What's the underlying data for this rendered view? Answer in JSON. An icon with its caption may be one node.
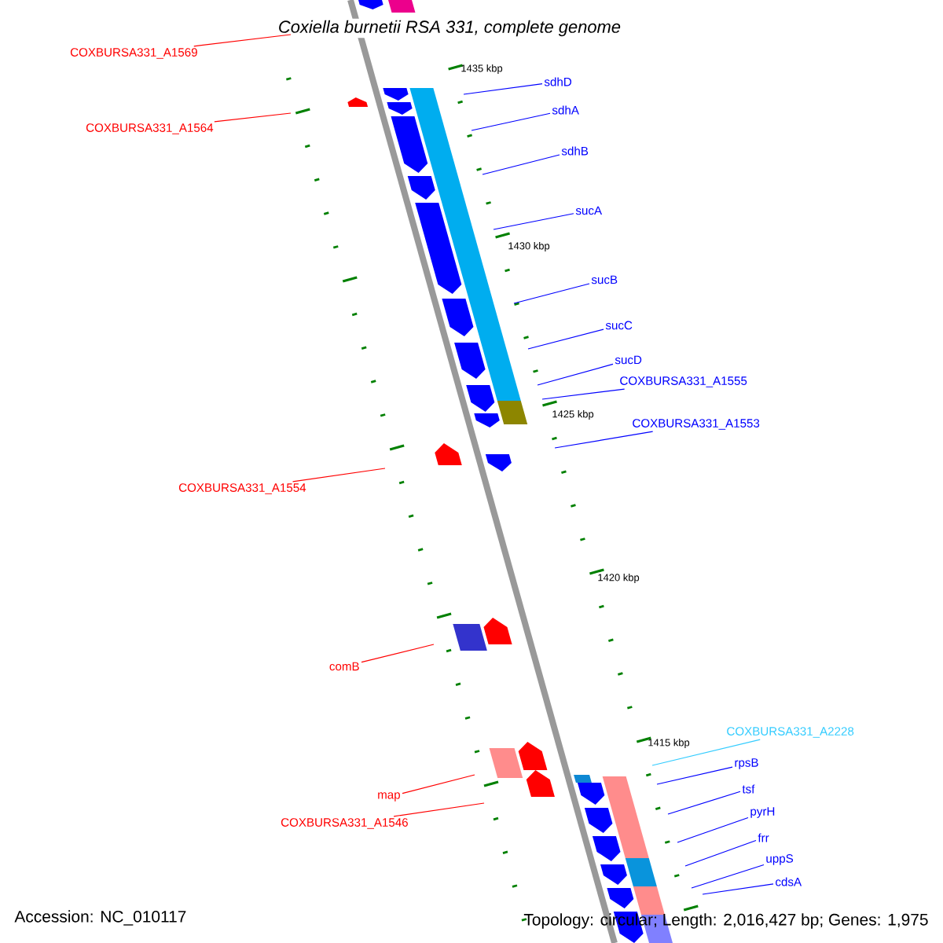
{
  "diagram": {
    "title": "Coxiella burnetii RSA 331, complete genome",
    "nodes": [
      {
        "text": [
          "COXBURSA331_A1569"
        ]
      },
      {
        "text": [
          "COXBURSA331_A1564"
        ]
      },
      {
        "text": [
          "sdhD"
        ]
      },
      {
        "text": [
          "sdhA"
        ]
      },
      {
        "text": [
          "sdhB"
        ]
      },
      {
        "text": [
          "sucA"
        ]
      },
      {
        "text": [
          "sucB"
        ]
      },
      {
        "text": [
          "sucC"
        ]
      },
      {
        "text": [
          "sucD"
        ]
      },
      {
        "text": [
          "COXBURSA331_A1555"
        ]
      },
      {
        "text": [
          "COXBURSA331_A1553"
        ]
      },
      {
        "text": [
          "COXBURSA331_A1554"
        ]
      },
      {
        "text": [
          "comB"
        ]
      },
      {
        "text": [
          "COXBURSA331_A2228"
        ]
      },
      {
        "text": [
          "rpsB"
        ]
      },
      {
        "text": [
          "tsf"
        ]
      },
      {
        "text": [
          "map"
        ]
      },
      {
        "text": [
          "COXBURSA331_A1546"
        ]
      },
      {
        "text": [
          "pyrH"
        ]
      },
      {
        "text": [
          "frr"
        ]
      },
      {
        "text": [
          "uppS"
        ]
      },
      {
        "text": [
          "cdsA"
        ]
      }
    ],
    "edges": [
      {
        "from": 0,
        "to": null,
        "arrow": "none",
        "color": "#ff0000"
      },
      {
        "from": 1,
        "to": null,
        "arrow": "none",
        "color": "#ff0000"
      },
      {
        "from": 2,
        "to": null,
        "arrow": "none"
      },
      {
        "from": 3,
        "to": null,
        "arrow": "none"
      },
      {
        "from": 4,
        "to": null,
        "arrow": "none"
      },
      {
        "from": 5,
        "to": null,
        "arrow": "none"
      },
      {
        "from": 6,
        "to": null,
        "arrow": "none"
      },
      {
        "from": 7,
        "to": null,
        "arrow": "none"
      },
      {
        "from": 8,
        "to": null,
        "arrow": "none"
      },
      {
        "from": 9,
        "to": null,
        "arrow": "none"
      },
      {
        "from": 10,
        "to": null,
        "arrow": "none"
      },
      {
        "from": 11,
        "to": null,
        "arrow": "none",
        "color": "#ff0000"
      },
      {
        "from": 12,
        "to": null,
        "arrow": "none",
        "color": "#ff0000"
      },
      {
        "from": 13,
        "to": null,
        "arrow": "none",
        "color": "#33ccff"
      },
      {
        "from": 14,
        "to": null,
        "arrow": "none"
      },
      {
        "from": 15,
        "to": null,
        "arrow": "none"
      },
      {
        "from": 16,
        "to": null,
        "arrow": "none",
        "color": "#ff0000"
      },
      {
        "from": 17,
        "to": null,
        "arrow": "none",
        "color": "#ff0000"
      },
      {
        "from": 18,
        "to": null,
        "arrow": "none"
      },
      {
        "from": 19,
        "to": null,
        "arrow": "none"
      },
      {
        "from": 20,
        "to": null,
        "arrow": "none"
      },
      {
        "from": 21,
        "to": null,
        "arrow": "none"
      }
    ],
    "labels": [
      "1435 kbp",
      "1430 kbp",
      "1425 kbp",
      "1420 kbp",
      "1415 kbp",
      "Accession: NC_010117",
      "Topology: circular; Length: 2,016,427 bp; Genes: 1,975"
    ]
  }
}
